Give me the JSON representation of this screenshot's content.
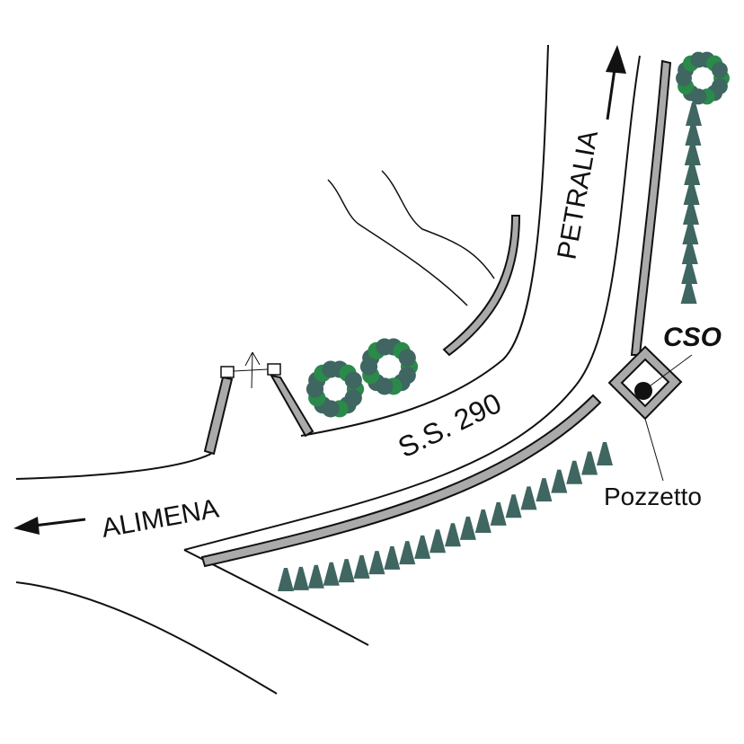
{
  "map": {
    "road_name": "S.S. 290",
    "direction_left": "ALIMENA",
    "direction_up": "PETRALIA",
    "station_label": "CSO",
    "well_label": "Pozzetto"
  },
  "colors": {
    "line": "#111111",
    "wall_fill": "#aaaaaa",
    "vegetation_dark": "#3f6660",
    "vegetation_light": "#2a8a4a"
  }
}
